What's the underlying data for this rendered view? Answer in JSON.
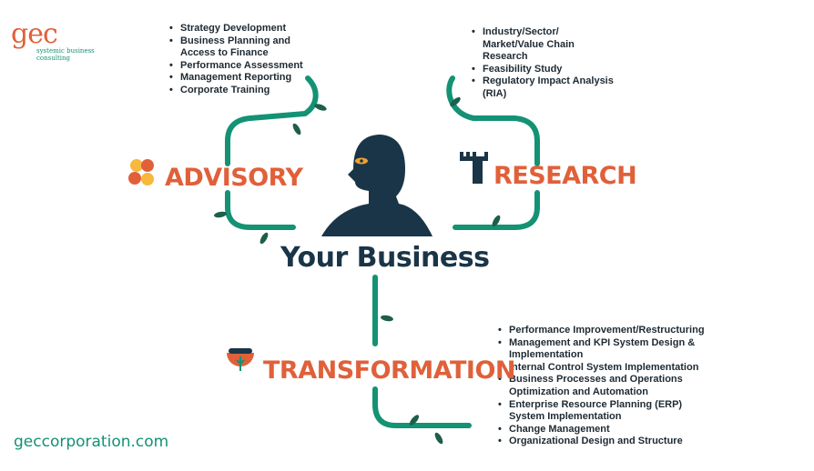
{
  "logo": {
    "mark": "gec",
    "tagline_line1": "systemic business",
    "tagline_line2": "consulting"
  },
  "center": {
    "title": "Your Business"
  },
  "advisory": {
    "title": "ADVISORY",
    "items": [
      "Strategy Development",
      "Business Planning and Access to Finance",
      "Performance Assessment",
      "Management Reporting",
      "Corporate Training"
    ]
  },
  "research": {
    "title": "RESEARCH",
    "items": [
      "Industry/Sector/ Market/Value Chain Research",
      "Feasibility Study",
      "Regulatory Impact Analysis (RIA)"
    ]
  },
  "transformation": {
    "title": "TRANSFORMATION",
    "items": [
      "Performance Improvement/Restructuring",
      "Management and KPI System Design & Implementation",
      "Internal Control System Implementation",
      "Business Processes and Operations Optimization and Automation",
      "Enterprise Resource Planning (ERP) System Implementation",
      "Change Management",
      "Organizational Design and Structure"
    ]
  },
  "footer": {
    "website": "geccorporation.com"
  },
  "colors": {
    "orange": "#e0603a",
    "green": "#139274",
    "navy": "#1a3547"
  }
}
